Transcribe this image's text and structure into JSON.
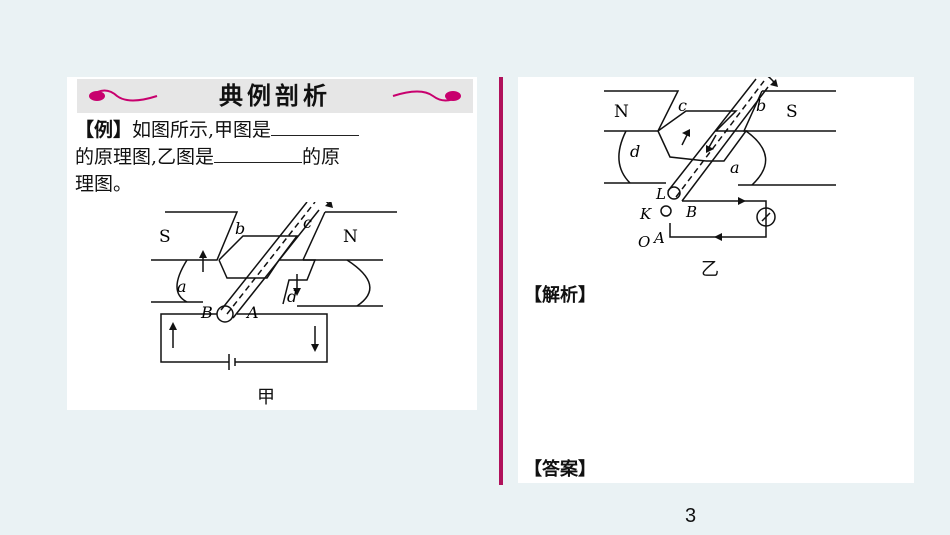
{
  "header": {
    "title": "典例剖析"
  },
  "question": {
    "tag": "【例】",
    "line1": "如图所示,甲图是",
    "line2a": "的原理图,乙图是",
    "line2b": "的原",
    "line3": "理图。"
  },
  "figure_jia": {
    "caption": "甲",
    "labels": {
      "s": "S",
      "n": "N",
      "a": "a",
      "b": "b",
      "c": "c",
      "d": "d",
      "B": "B",
      "A": "A"
    }
  },
  "figure_yi": {
    "caption": "乙",
    "labels": {
      "n": "N",
      "s": "S",
      "a": "a",
      "b": "b",
      "c": "c",
      "d": "d",
      "L": "L",
      "K": "K",
      "O": "O",
      "A": "A",
      "B": "B"
    }
  },
  "analysis_label": "【解析】",
  "answer_label": "【答案】",
  "page_number": "3",
  "colors": {
    "divider": "#b0125b",
    "banner_accent": "#c8006e"
  }
}
